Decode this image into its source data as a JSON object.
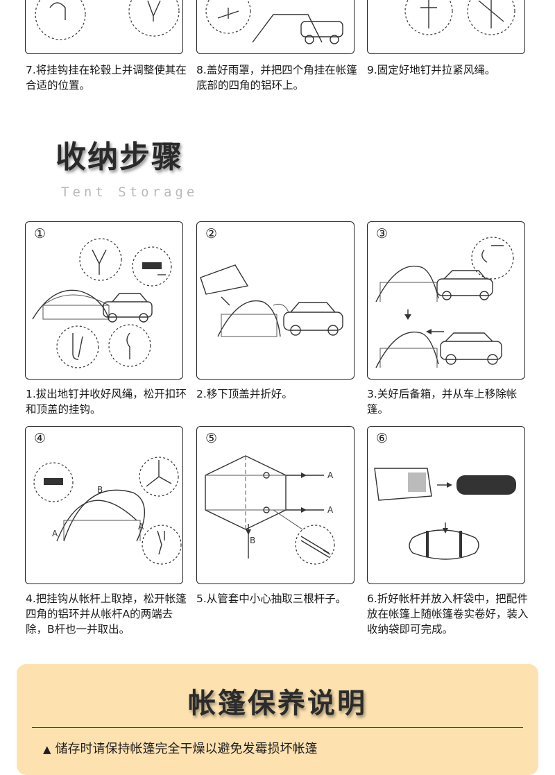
{
  "top_captions": {
    "s7": "7.将挂钩挂在轮毂上并调整使其在合适的位置。",
    "s8": "8.盖好雨罩，并把四个角挂在帐篷底部的四角的铝环上。",
    "s9": "9.固定好地钉并拉紧风绳。"
  },
  "storage": {
    "title": "收纳步骤",
    "subtitle": "Tent Storage",
    "steps": [
      {
        "num": "①",
        "caption": "1.拔出地钉并收好风绳，松开扣环和顶盖的挂钩。"
      },
      {
        "num": "②",
        "caption": "2.移下顶盖并折好。"
      },
      {
        "num": "③",
        "caption": "3.关好后备箱，并从车上移除帐篷。"
      },
      {
        "num": "④",
        "caption": "4.把挂钩从帐杆上取掉，松开帐篷四角的铝环并从帐杆A的两端去除，B杆也一并取出。"
      },
      {
        "num": "⑤",
        "caption": "5.从管套中小心抽取三根杆子。"
      },
      {
        "num": "⑥",
        "caption": "6.折好帐杆并放入杆袋中，把配件放在帐篷上随帐篷卷实卷好，装入收纳袋即可完成。"
      }
    ],
    "diagram_labels": {
      "a": "A",
      "b": "B"
    }
  },
  "care": {
    "title": "帐篷保养说明",
    "note": "储存时请保持帐篷完全干燥以避免发霉损坏帐篷"
  }
}
